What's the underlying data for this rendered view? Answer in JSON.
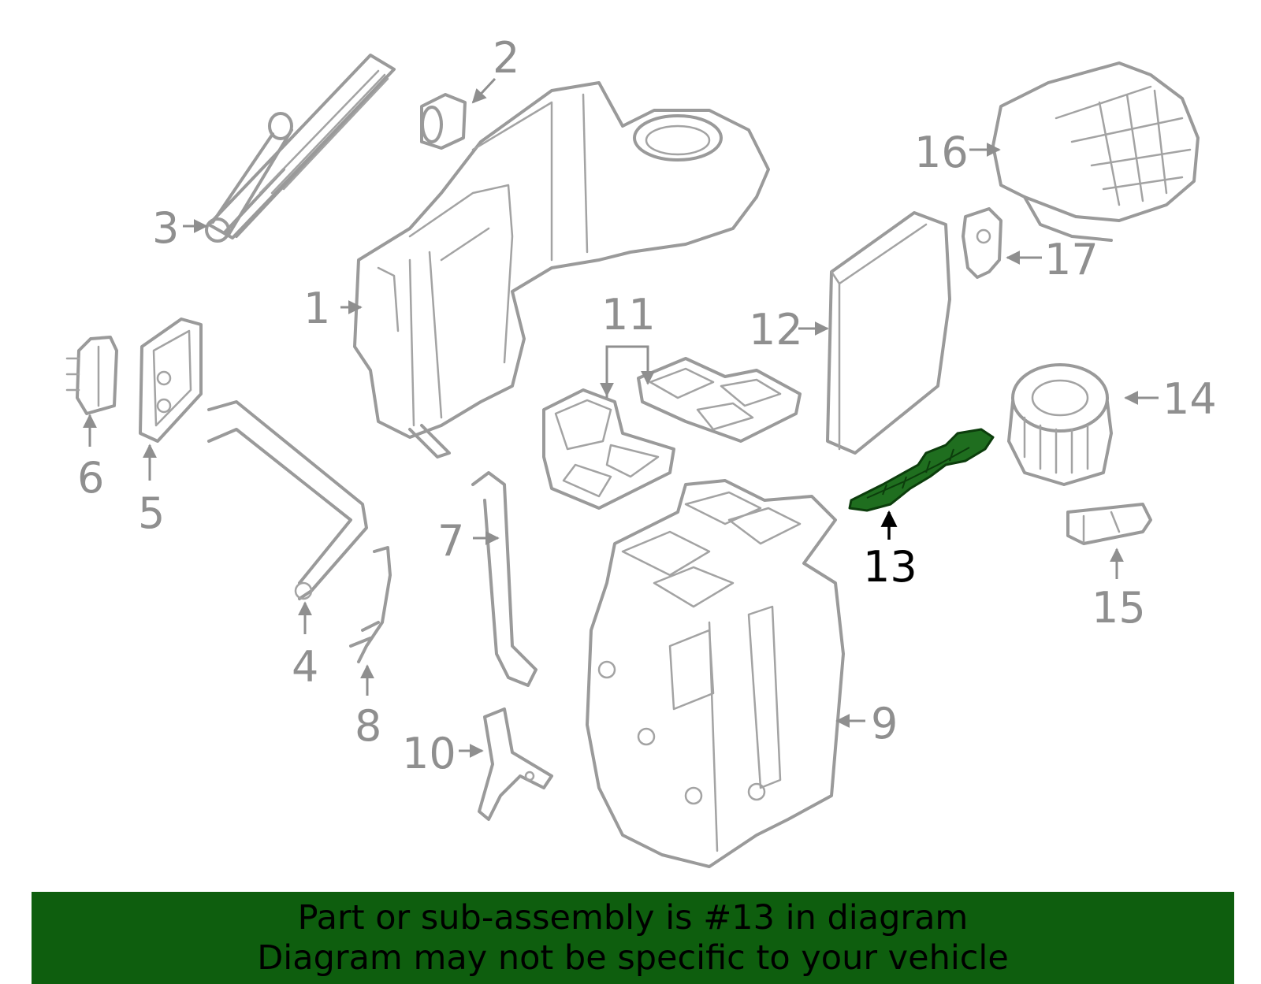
{
  "diagram": {
    "highlight_part": "13",
    "highlight_color": "#1f6e1f",
    "banner_color": "#0e5e0e",
    "callouts": [
      {
        "id": "1",
        "label": "1"
      },
      {
        "id": "2",
        "label": "2"
      },
      {
        "id": "3",
        "label": "3"
      },
      {
        "id": "4",
        "label": "4"
      },
      {
        "id": "5",
        "label": "5"
      },
      {
        "id": "6",
        "label": "6"
      },
      {
        "id": "7",
        "label": "7"
      },
      {
        "id": "8",
        "label": "8"
      },
      {
        "id": "9",
        "label": "9"
      },
      {
        "id": "10",
        "label": "10"
      },
      {
        "id": "11",
        "label": "11"
      },
      {
        "id": "12",
        "label": "12"
      },
      {
        "id": "13",
        "label": "13"
      },
      {
        "id": "14",
        "label": "14"
      },
      {
        "id": "15",
        "label": "15"
      },
      {
        "id": "16",
        "label": "16"
      },
      {
        "id": "17",
        "label": "17"
      }
    ]
  },
  "banner": {
    "line1": "Part or sub-assembly is #13 in diagram",
    "line2": "Diagram may not be specific to your vehicle"
  }
}
